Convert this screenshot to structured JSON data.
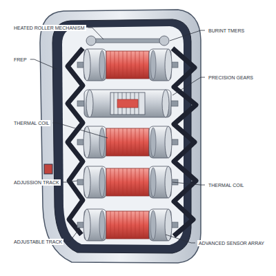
{
  "diagram": {
    "labels": [
      "HEATED ROLLER MECHANISM",
      "BURINT TMERS",
      "FREP",
      "PRECISION GEARS",
      "THERMAL COIL",
      "ADJUSSION TRACK",
      "THERMAL COIL",
      "ADJUSTABLE TRACK",
      "ADVANCED SENSOR ARRAY"
    ]
  }
}
